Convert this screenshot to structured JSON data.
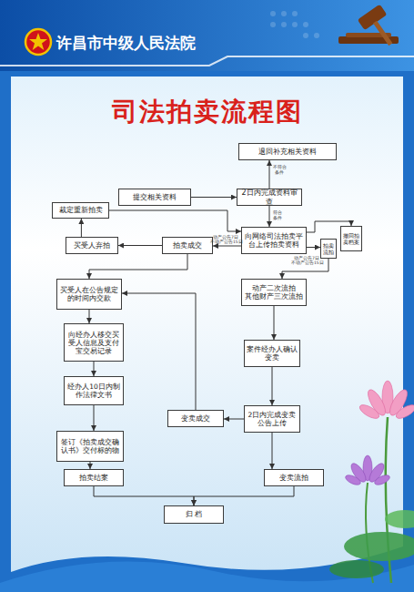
{
  "diagram": {
    "title": "司法拍卖流程图",
    "nodes": [
      {
        "text": [
          "退回补充相关资料"
        ]
      },
      {
        "text": [
          "提交相关资料"
        ]
      },
      {
        "text": [
          "2日内完成资料审查"
        ]
      },
      {
        "text": [
          "裁定重新拍卖"
        ]
      },
      {
        "text": [
          "向网络司法拍卖平台上传拍卖资料"
        ]
      },
      {
        "text": [
          "撤回拍卖档案"
        ]
      },
      {
        "text": [
          "买受人弃拍"
        ]
      },
      {
        "text": [
          "拍卖成交"
        ]
      },
      {
        "text": [
          "拍卖流拍"
        ]
      },
      {
        "text": [
          "买受人在公告规定的时间内交款"
        ]
      },
      {
        "text": [
          "动产二次流拍 其他财产三次流拍"
        ]
      },
      {
        "text": [
          "向经办人移交买受人信息及支付宝交易记录"
        ]
      },
      {
        "text": [
          "案件经办人确认变卖"
        ]
      },
      {
        "text": [
          "经办人10日内制作法律文书"
        ]
      },
      {
        "text": [
          "变卖成交"
        ]
      },
      {
        "text": [
          "2日内完成变卖公告上传"
        ]
      },
      {
        "text": [
          "签订《拍卖成交确认书》交付标的物"
        ]
      },
      {
        "text": [
          "拍卖结案"
        ]
      },
      {
        "text": [
          "变卖流拍"
        ]
      },
      {
        "text": [
          "归 档"
        ]
      }
    ],
    "edges": [
      {
        "from": 1,
        "to": 2,
        "arrow": "to"
      },
      {
        "from": 2,
        "to": 0,
        "label": "不符合条件",
        "arrow": "to"
      },
      {
        "from": 2,
        "to": 4,
        "label": "符合条件",
        "arrow": "to"
      },
      {
        "from": 4,
        "to": 7,
        "label": "动产公告7日 不动产公告15日",
        "arrow": "to"
      },
      {
        "from": 4,
        "to": 8,
        "label": "动产公告7日 不动产公告15日",
        "arrow": "to"
      },
      {
        "from": 4,
        "to": 5,
        "arrow": "to"
      },
      {
        "from": 7,
        "to": 6,
        "arrow": "to"
      },
      {
        "from": 6,
        "to": 3,
        "arrow": "to"
      },
      {
        "from": 3,
        "to": 4,
        "arrow": "to"
      },
      {
        "from": 7,
        "to": 9,
        "arrow": "to"
      },
      {
        "from": 9,
        "to": 11,
        "arrow": "to"
      },
      {
        "from": 11,
        "to": 13,
        "arrow": "to"
      },
      {
        "from": 13,
        "to": 16,
        "arrow": "to"
      },
      {
        "from": 16,
        "to": 17,
        "arrow": "to"
      },
      {
        "from": 17,
        "to": 19,
        "arrow": "to"
      },
      {
        "from": 18,
        "to": 19,
        "arrow": "to"
      },
      {
        "from": 8,
        "to": 10,
        "arrow": "to"
      },
      {
        "from": 10,
        "to": 12,
        "arrow": "to"
      },
      {
        "from": 12,
        "to": 15,
        "arrow": "to"
      },
      {
        "from": 15,
        "to": 14,
        "arrow": "to"
      },
      {
        "from": 15,
        "to": 18,
        "arrow": "to"
      },
      {
        "from": 14,
        "to": 9,
        "arrow": "to"
      }
    ],
    "labels": [
      "许昌市中级人民法院"
    ]
  }
}
